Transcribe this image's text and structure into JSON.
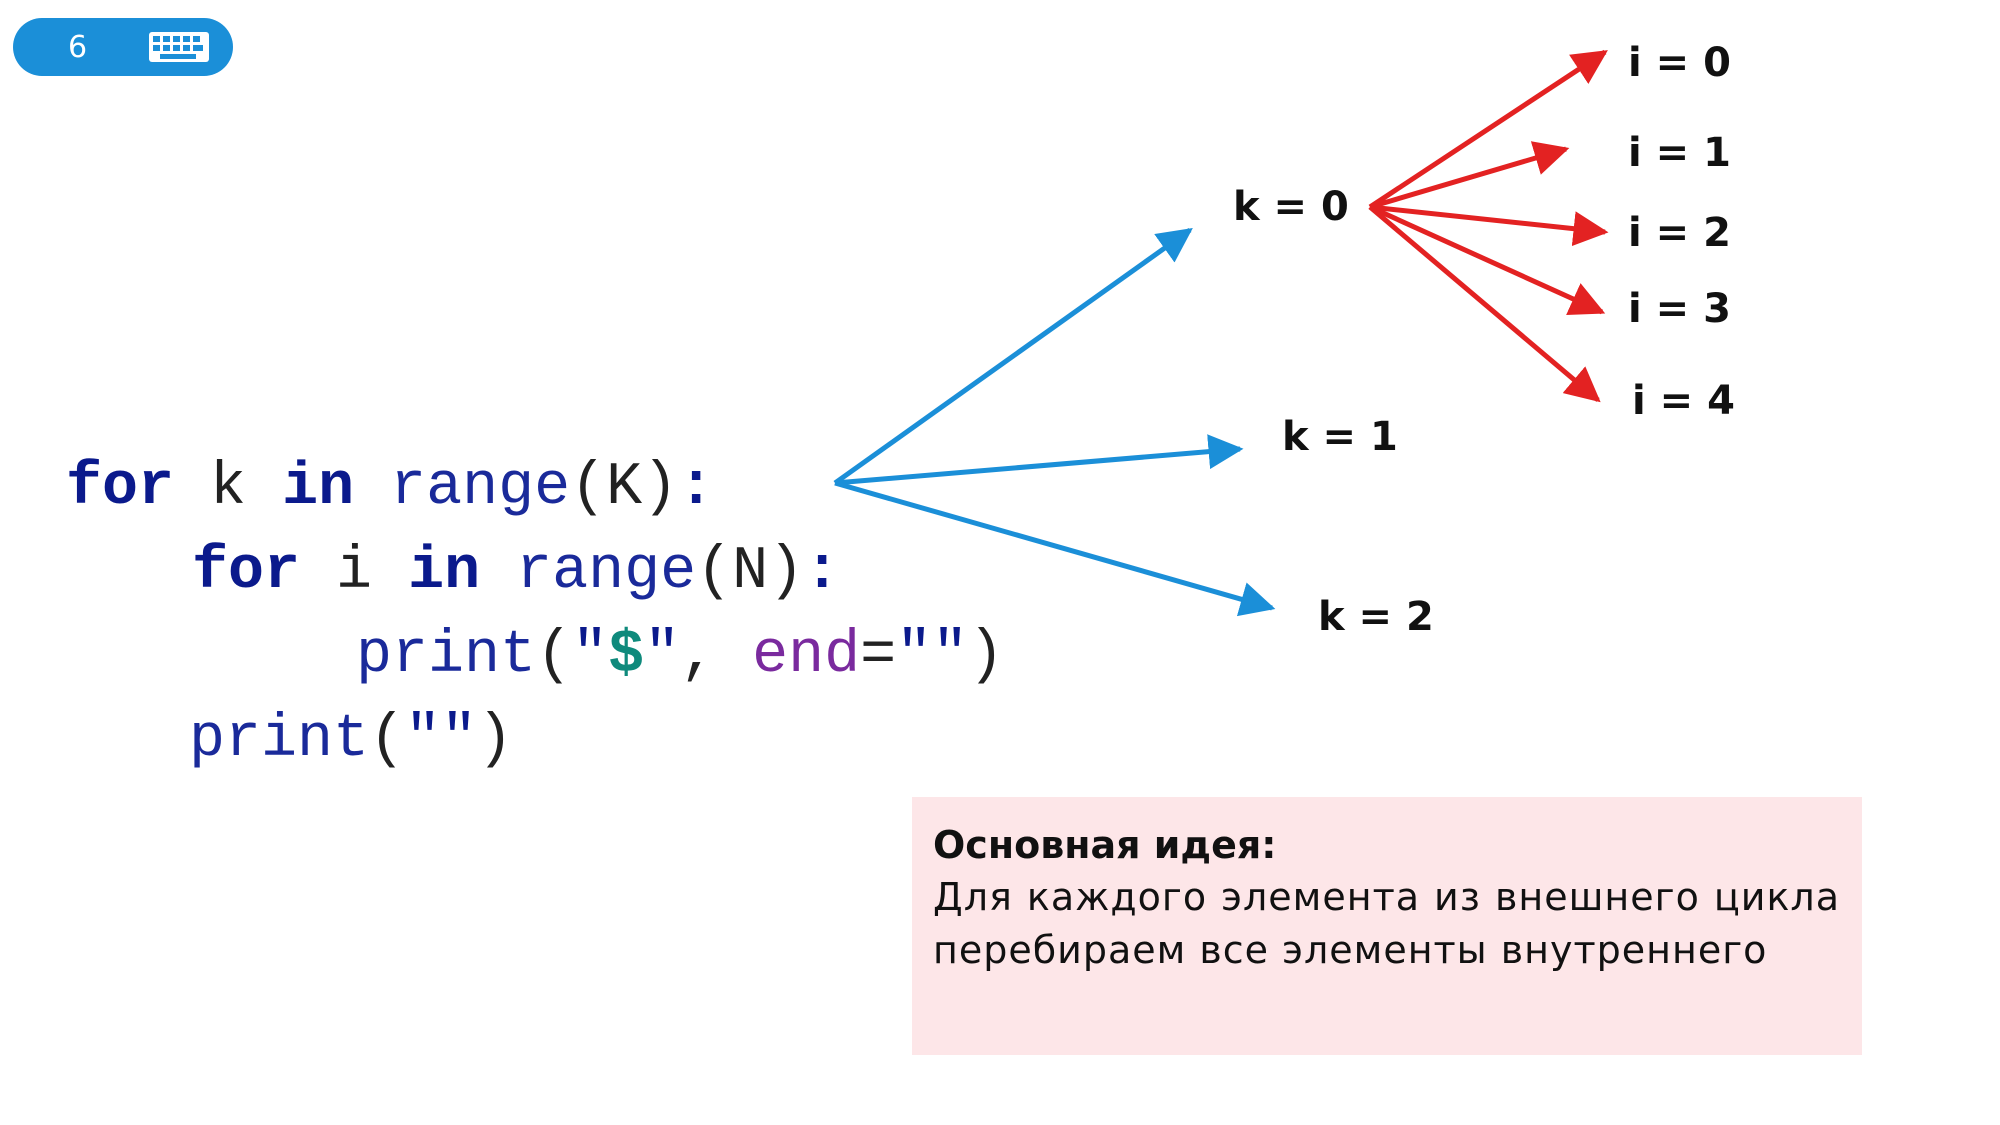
{
  "slide": {
    "number": "6",
    "icon": "keyboard-icon"
  },
  "code": {
    "line1": {
      "kw1": "for",
      "var": " k ",
      "kw2": "in",
      "fn": " range",
      "args": "(K)",
      "colon": ":"
    },
    "line2": {
      "kw1": "for",
      "var": " i ",
      "kw2": "in",
      "fn": " range",
      "args": "(N)",
      "colon": ":"
    },
    "line3": {
      "fn": "print",
      "open": "(",
      "q1": "\"",
      "dollar": "$",
      "q2": "\"",
      "comma": ", ",
      "param": "end",
      "eq": "=",
      "empty": "\"\"",
      "close": ")"
    },
    "line4": {
      "fn": "print",
      "open": "(",
      "empty": "\"\"",
      "close": ")"
    }
  },
  "tree": {
    "outer": [
      "k = 0",
      "k = 1",
      "k = 2"
    ],
    "inner": [
      "i = 0",
      "i = 1",
      "i = 2",
      "i = 3",
      "i = 4"
    ]
  },
  "colors": {
    "outer_arrows": "#1b8fd8",
    "inner_arrows": "#e32222",
    "badge": "#1b8fd8",
    "idea_bg": "#fde6e8"
  },
  "idea": {
    "title": "Основная идея:",
    "text": "Для каждого элемента из внешнего цикла перебираем все элементы внутреннего"
  }
}
